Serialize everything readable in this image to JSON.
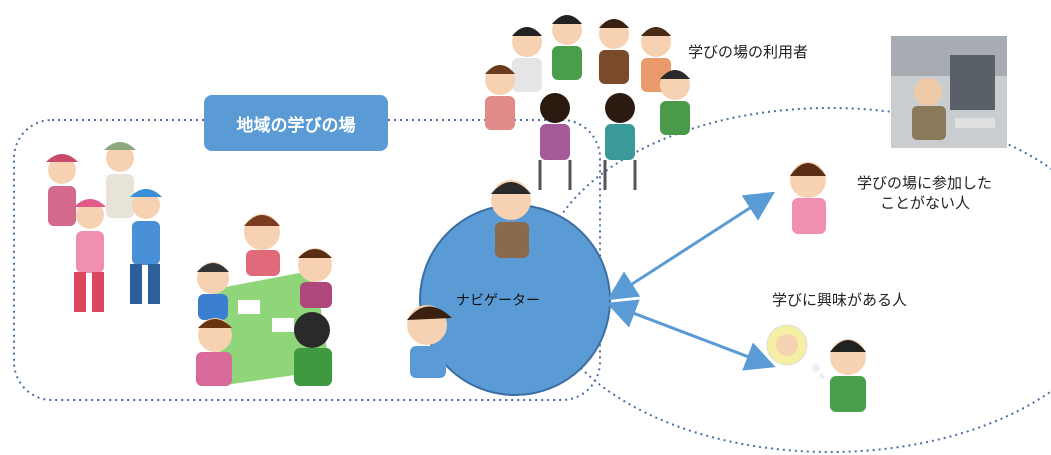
{
  "region_title": "地域の学びの場",
  "labels": {
    "users": "学びの場の利用者",
    "not_participated_line1": "学びの場に参加した",
    "not_participated_line2": "ことがない人",
    "interested": "学びに興味がある人",
    "navigator": "ナビゲーター"
  },
  "colors": {
    "accent_blue": "#5b9bd5",
    "navigator_fill": "#5b9bd5",
    "dotted_border": "#4a6fa5",
    "arrow": "#5b9bd5"
  }
}
